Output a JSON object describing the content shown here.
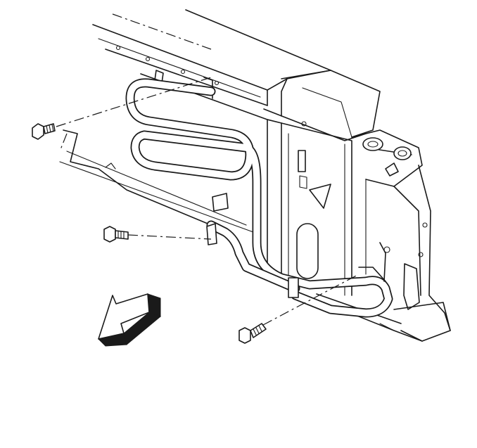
{
  "diagram": {
    "colors": {
      "line": "#1a1a1a",
      "background": "#ffffff"
    },
    "parts": [
      "frame-rail",
      "radiator-support",
      "oil-cooler-tubes",
      "bolt-upper-left",
      "bolt-middle",
      "bolt-lower",
      "direction-arrow"
    ]
  }
}
